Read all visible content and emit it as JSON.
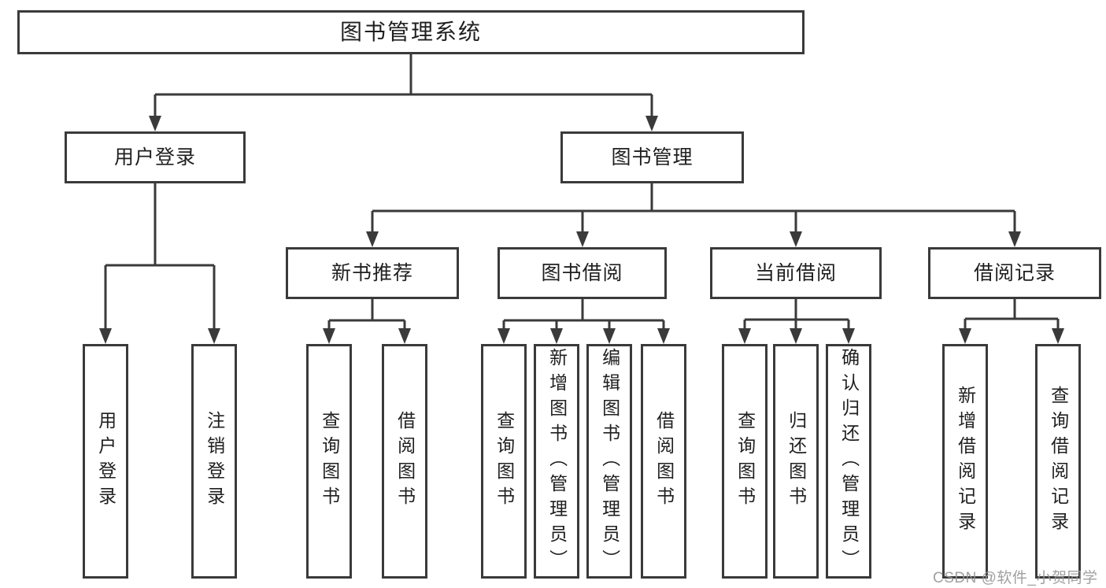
{
  "tree": {
    "root": "图书管理系统",
    "branches": [
      {
        "label": "用户登录",
        "children": [
          "用户登录",
          "注销登录"
        ]
      },
      {
        "label": "图书管理",
        "groups": [
          {
            "label": "新书推荐",
            "children": [
              "查询图书",
              "借阅图书"
            ]
          },
          {
            "label": "图书借阅",
            "children": [
              "查询图书",
              "新增图书（管理员）",
              "编辑图书（管理员）",
              "借阅图书"
            ]
          },
          {
            "label": "当前借阅",
            "children": [
              "查询图书",
              "归还图书",
              "确认归还（管理员）"
            ]
          },
          {
            "label": "借阅记录",
            "children": [
              "新增借阅记录",
              "查询借阅记录"
            ]
          }
        ]
      }
    ]
  },
  "watermark": "CSDN @软件_小贺同学",
  "colors": {
    "line": "#3a3a3a",
    "text": "#1f1f1f",
    "box_fill": "#ffffff",
    "watermark": "#969696"
  }
}
